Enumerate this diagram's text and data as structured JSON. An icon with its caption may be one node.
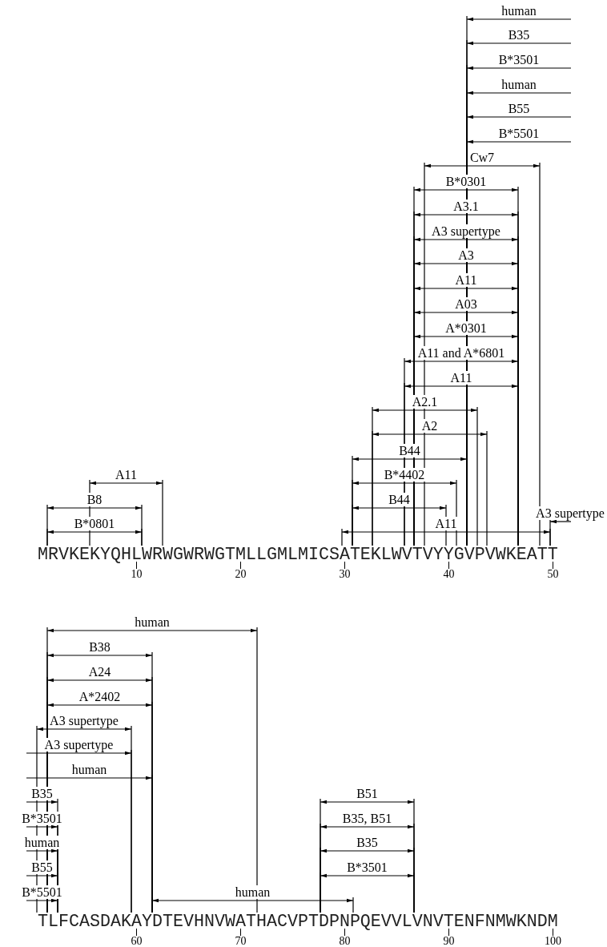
{
  "diagram": {
    "labels": [
      "human",
      "B35",
      "B*3501",
      "human",
      "B55",
      "B*5501",
      "Cw7",
      "B*0301",
      "A3.1",
      "A3 supertype",
      "A3",
      "A11",
      "A03",
      "A*0301",
      "A11 and A*6801",
      "A11",
      "A2.1",
      "A2",
      "B44",
      "A11",
      "B*4402",
      "B8",
      "B44",
      "A3 supertype",
      "B*0801",
      "A11",
      "MRVKEKYQHLWRWGWRWGTMLLGMLMICSATEKLWVTVYYGVPVWKEATT",
      "10",
      "20",
      "30",
      "40",
      "50",
      "human",
      "B38",
      "A24",
      "A*2402",
      "A3 supertype",
      "A3 supertype",
      "human",
      "B35",
      "B51",
      "B*3501",
      "B35, B51",
      "human",
      "B35",
      "B55",
      "B*3501",
      "B*5501",
      "human",
      "TLFCASDAKAYDTEVHNVWATHACVPTDPNPQEVVLVNVTENFNMWKNDM",
      "60",
      "70",
      "80",
      "90",
      "100"
    ]
  }
}
